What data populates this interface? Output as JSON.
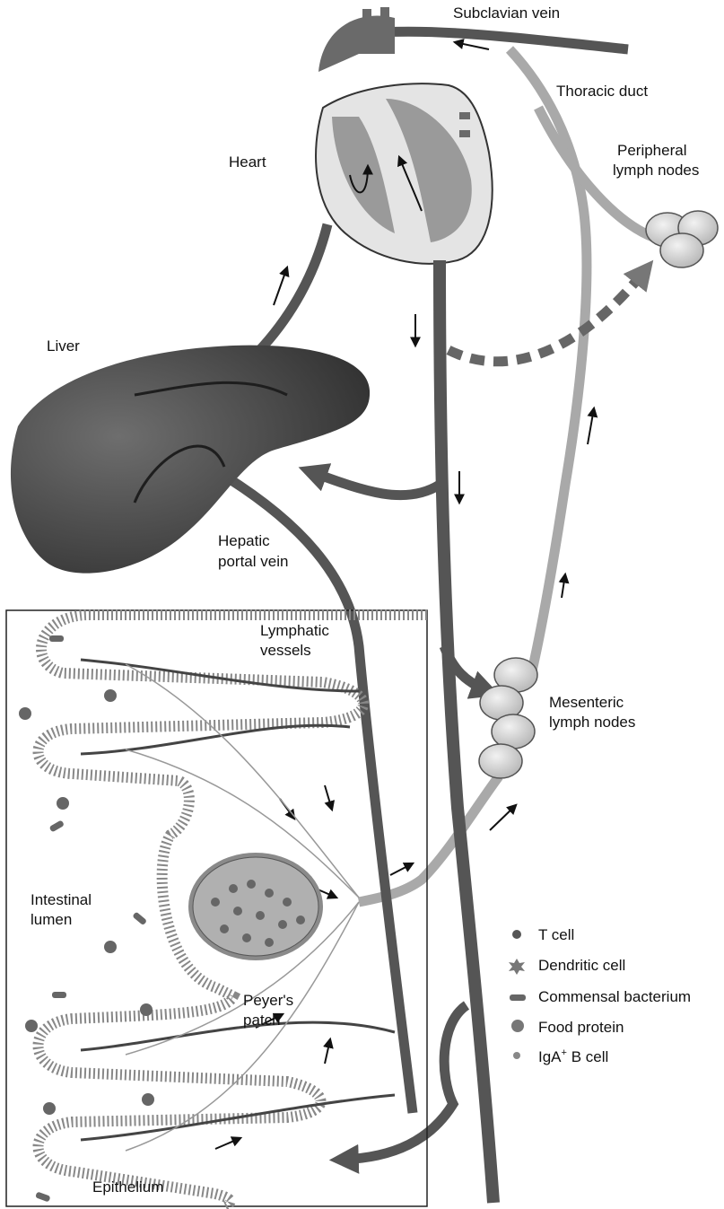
{
  "labels": {
    "subclavian_vein": "Subclavian vein",
    "thoracic_duct": "Thoracic duct",
    "heart": "Heart",
    "peripheral_lymph_nodes_1": "Peripheral",
    "peripheral_lymph_nodes_2": "lymph nodes",
    "liver": "Liver",
    "hepatic_portal_vein_1": "Hepatic",
    "hepatic_portal_vein_2": "portal vein",
    "lymphatic_vessels_1": "Lymphatic",
    "lymphatic_vessels_2": "vessels",
    "mesenteric_lymph_nodes_1": "Mesenteric",
    "mesenteric_lymph_nodes_2": "lymph nodes",
    "intestinal_lumen_1": "Intestinal",
    "intestinal_lumen_2": "lumen",
    "peyers_patch_1": "Peyer's",
    "peyers_patch_2": "patch",
    "epithelium": "Epithelium"
  },
  "legend": {
    "t_cell": "T cell",
    "dendritic_cell": "Dendritic cell",
    "commensal_bacterium": "Commensal bacterium",
    "food_protein": "Food protein",
    "iga_b_cell_prefix": "IgA",
    "iga_b_cell_sup": "+",
    "iga_b_cell_suffix": " B cell"
  },
  "colors": {
    "vessel": "#555555",
    "lymph": "#a9a9a9",
    "liver": "#4a4a4a",
    "node": "#d9d9d9",
    "ink": "#111111"
  }
}
